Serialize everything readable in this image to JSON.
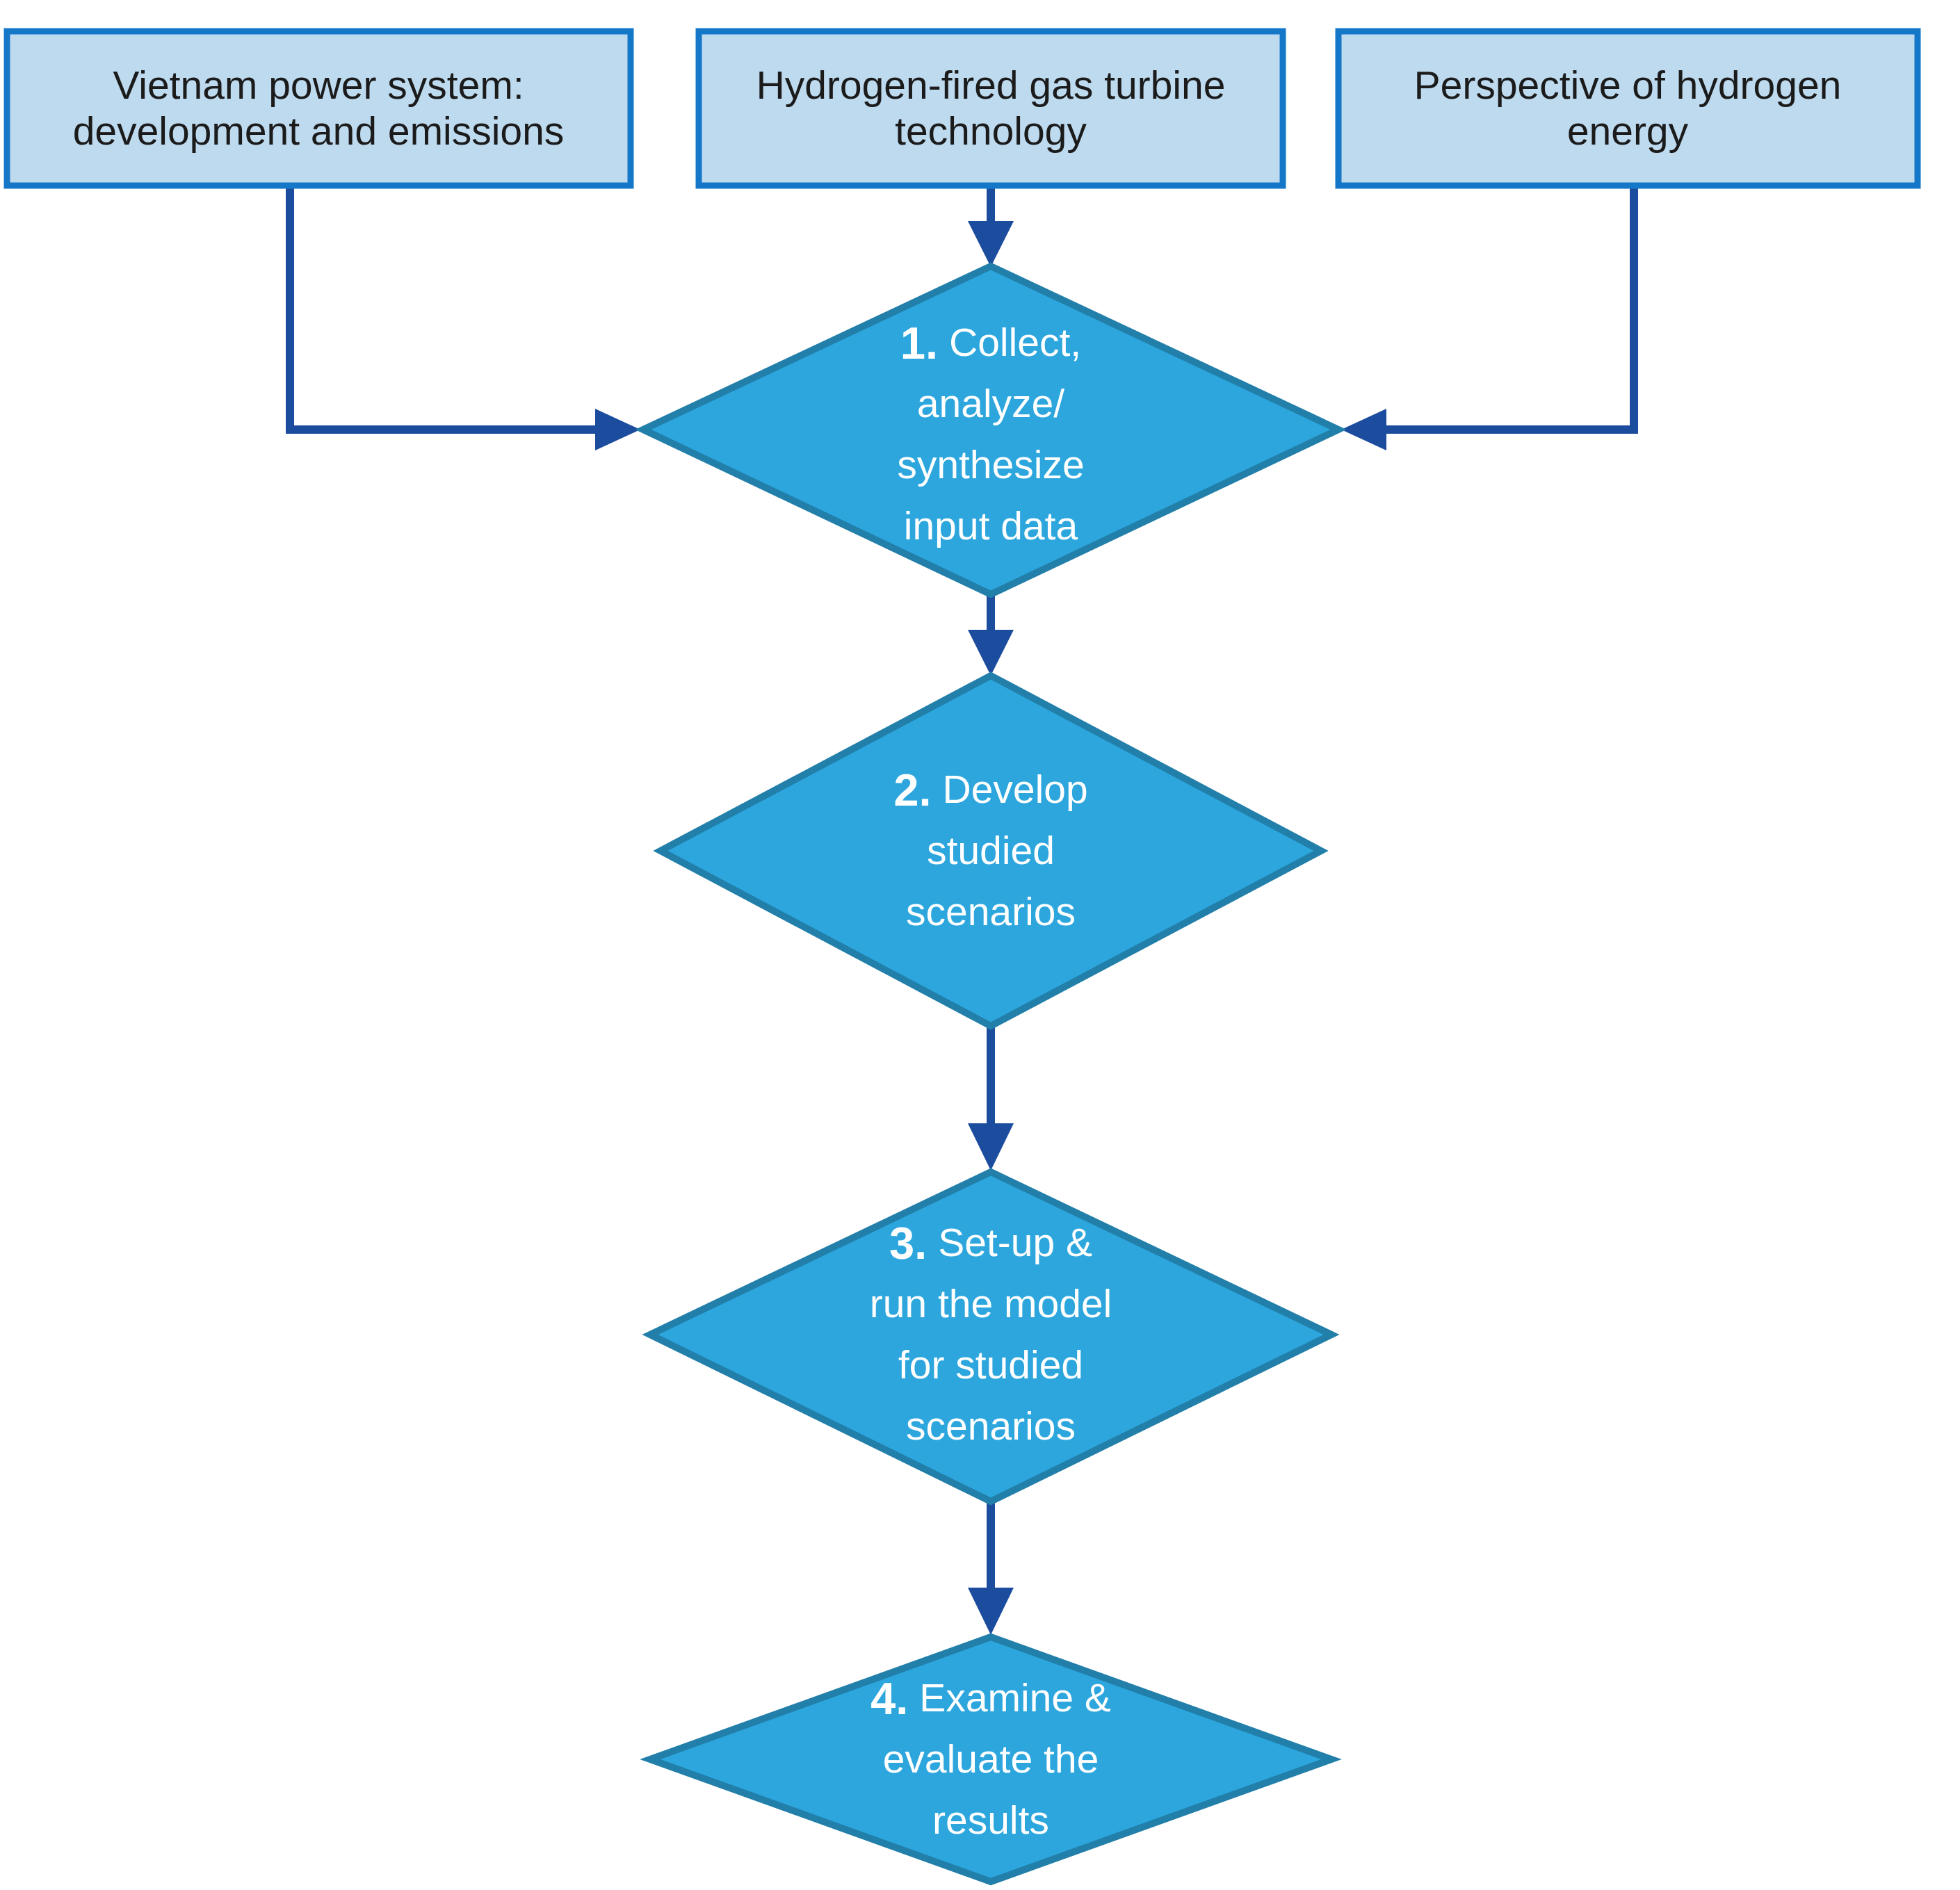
{
  "figure": {
    "type": "flowchart",
    "background": "#FFFFFF"
  },
  "colors": {
    "box_fill": "#BEDAEF",
    "box_border": "#1577C8",
    "box_text": "#1B1B1B",
    "diamond_fill": "#2CA6DD",
    "diamond_border": "#217FA9",
    "diamond_text": "#FFFFFF",
    "connector": "#1B4C9E"
  },
  "boxes": [
    {
      "id": "vietnam-power-system",
      "lines": [
        "Vietnam power system:",
        "development and emissions"
      ]
    },
    {
      "id": "hydrogen-turbine",
      "lines": [
        "Hydrogen-fired gas turbine",
        "technology"
      ]
    },
    {
      "id": "hydrogen-perspective",
      "lines": [
        "Perspective of hydrogen",
        "energy"
      ]
    }
  ],
  "diamonds": [
    {
      "id": "step-1",
      "number": "1.",
      "lines": [
        "Collect,",
        "analyze/",
        "synthesize",
        "input data"
      ]
    },
    {
      "id": "step-2",
      "number": "2.",
      "lines": [
        "Develop",
        "studied",
        "scenarios"
      ]
    },
    {
      "id": "step-3",
      "number": "3.",
      "lines": [
        "Set-up &",
        "run the model",
        "for studied",
        "scenarios"
      ]
    },
    {
      "id": "step-4",
      "number": "4.",
      "lines": [
        "Examine &",
        "evaluate the",
        "results"
      ]
    }
  ]
}
